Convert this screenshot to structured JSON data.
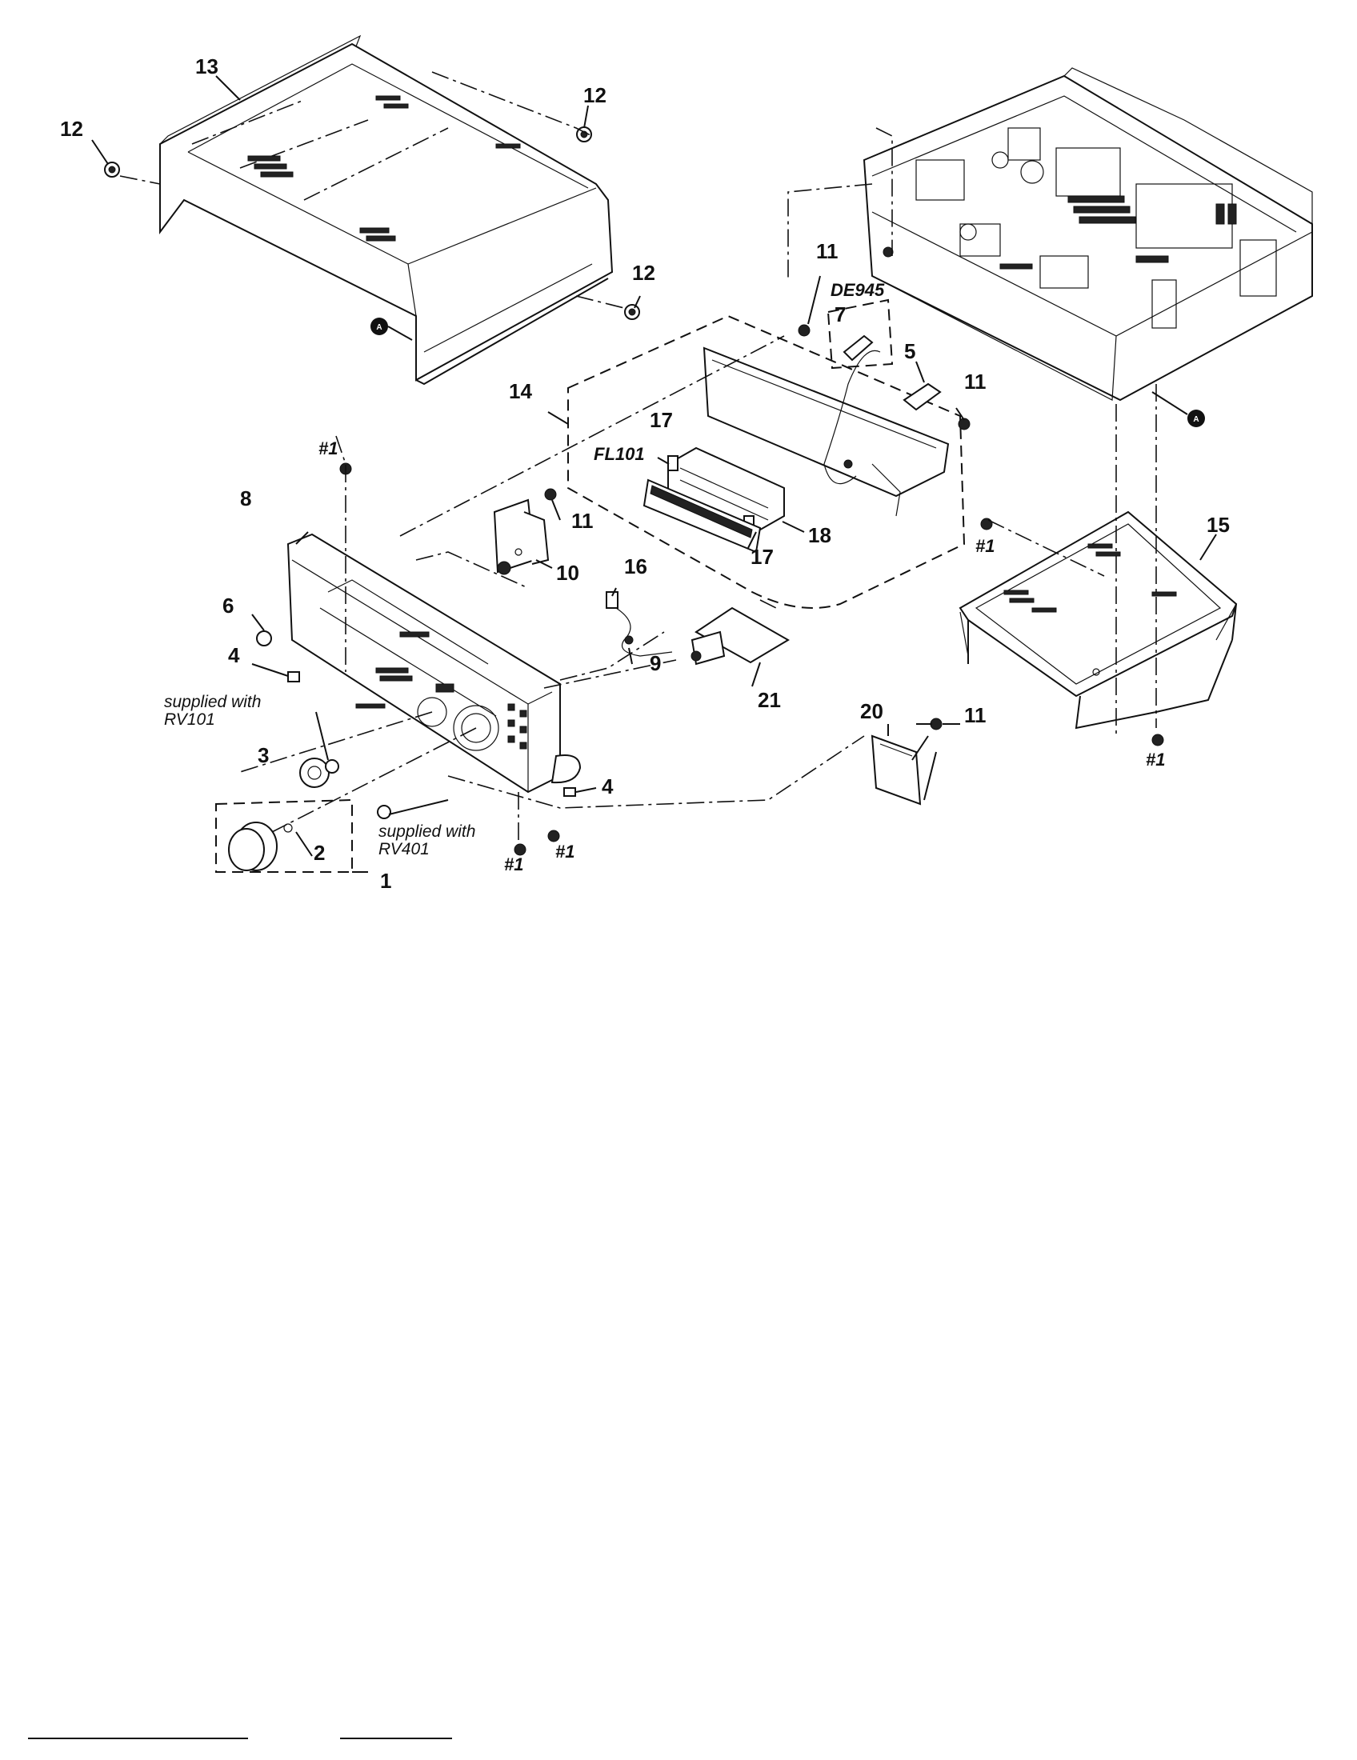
{
  "labels": {
    "p1": "1",
    "p2": "2",
    "p3": "3",
    "p4a": "4",
    "p4b": "4",
    "p5": "5",
    "p6": "6",
    "p7": "7",
    "p8": "8",
    "p9": "9",
    "p10": "10",
    "p11a": "11",
    "p11b": "11",
    "p11c": "11",
    "p11d": "11",
    "p12a": "12",
    "p12b": "12",
    "p12c": "12",
    "p13": "13",
    "p14": "14",
    "p15": "15",
    "p16": "16",
    "p17a": "17",
    "p17b": "17",
    "p18": "18",
    "p20": "20",
    "p21": "21",
    "screw1a": "#1",
    "screw1b": "#1",
    "screw1c": "#1",
    "screw1d": "#1",
    "screw1e": "#1",
    "fl101": "FL101",
    "de945": "DE945",
    "supplied_rv101_line1": "supplied with",
    "supplied_rv101_line2": "RV101",
    "supplied_rv401_line1": "supplied with",
    "supplied_rv401_line2": "RV401",
    "ref_a1": "A",
    "ref_a2": "A"
  },
  "colors": {
    "ink": "#111111",
    "paper": "#ffffff"
  }
}
